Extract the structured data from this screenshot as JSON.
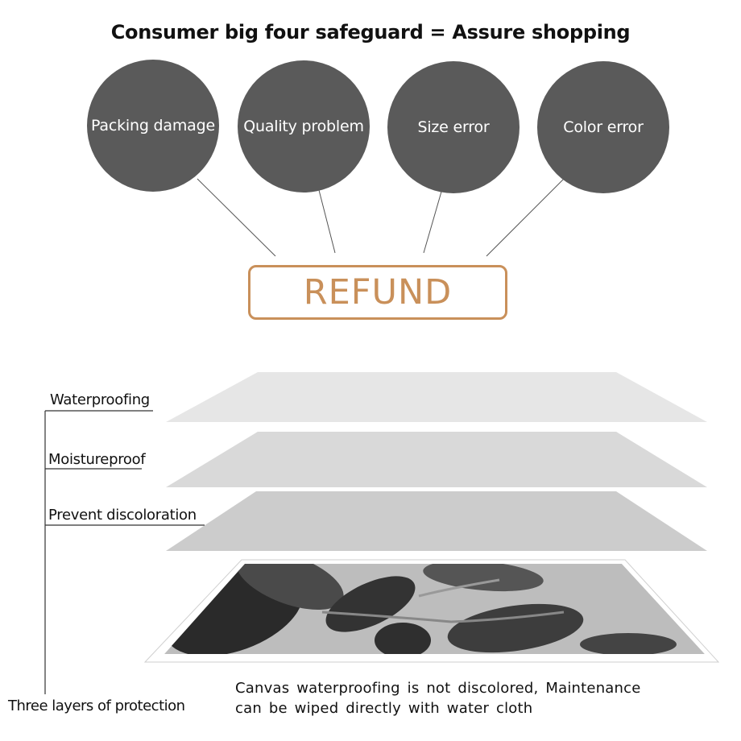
{
  "title": "Consumer big four safeguard = Assure shopping",
  "safeguards": [
    {
      "label": "Packing  damage"
    },
    {
      "label": "Quality  problem"
    },
    {
      "label": "Size  error"
    },
    {
      "label": "Color  error"
    }
  ],
  "refund_label": "REFUND",
  "layers": [
    {
      "label": "Waterproofing"
    },
    {
      "label": "Moistureproof"
    },
    {
      "label": "Prevent  discoloration"
    }
  ],
  "protection_label": "Three layers of protection",
  "canvas_note": {
    "line1": "Canvas  waterproofing  is  not  discolored,  Maintenance",
    "line2": "can  be  wiped  directly  with  water  cloth"
  },
  "colors": {
    "circle_fill": "#5a5a5a",
    "refund_accent": "#c9905a",
    "layer_1": "#e6e6e6",
    "layer_2": "#d9d9d9",
    "layer_3": "#cccccc"
  },
  "canvas_image": "leaf-photo-print-illustration"
}
